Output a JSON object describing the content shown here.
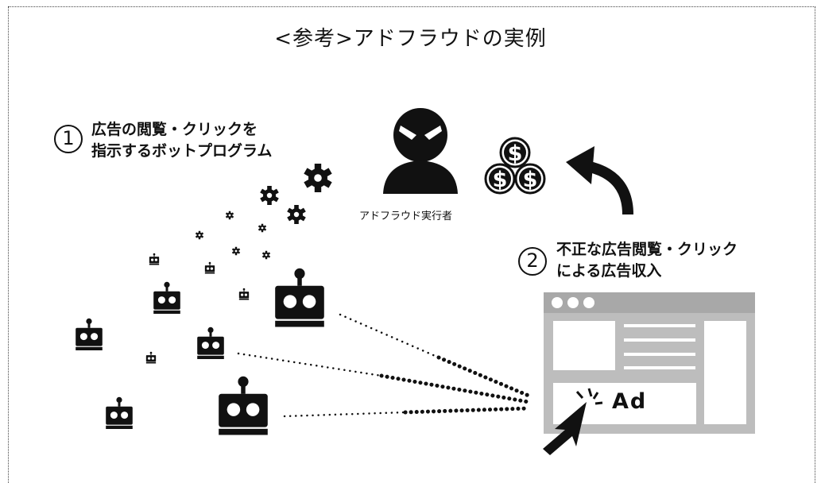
{
  "title": "<参考>アドフラウドの実例",
  "step1": {
    "number": "1",
    "line1": "広告の閲覧・クリックを",
    "line2": "指示するボットプログラム"
  },
  "step2": {
    "number": "2",
    "line1": "不正な広告閲覧・クリック",
    "line2": "による広告収入"
  },
  "actor_label": "アドフラウド実行者",
  "ad_label": "Ad",
  "colors": {
    "ink": "#111111",
    "browser_gray": "#bdbdbd",
    "browser_bar": "#a8a8a8",
    "border": "#444444"
  },
  "icons": [
    "hacker-icon",
    "dollar-coins-icon",
    "curved-arrow-icon",
    "gear-icon",
    "robot-icon",
    "browser-window-icon",
    "cursor-click-icon"
  ]
}
